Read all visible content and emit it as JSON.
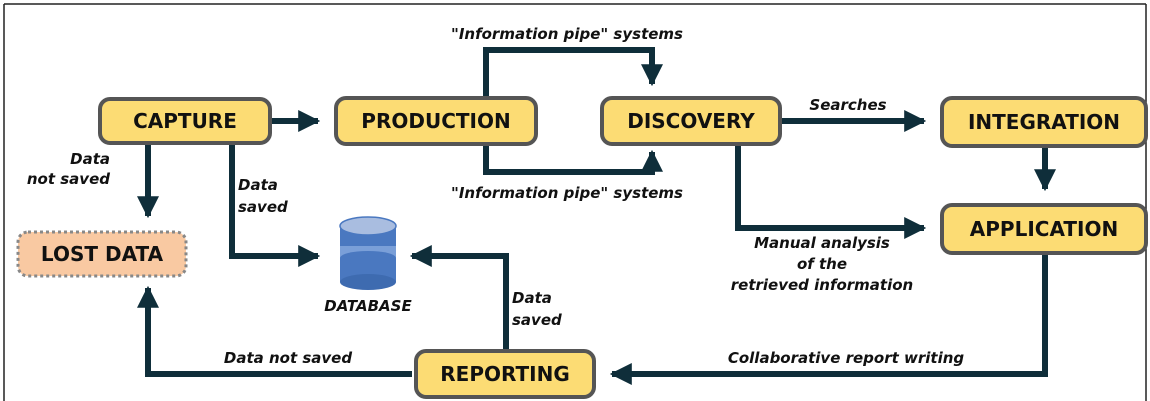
{
  "nodes": {
    "capture": "CAPTURE",
    "production": "PRODUCTION",
    "discovery": "DISCOVERY",
    "integration": "INTEGRATION",
    "application": "APPLICATION",
    "reporting": "REPORTING",
    "lost_data": "LOST DATA",
    "database": "DATABASE"
  },
  "edge_labels": {
    "info_pipe_top": "\"Information pipe\" systems",
    "info_pipe_bottom": "\"Information pipe\" systems",
    "searches": "Searches",
    "data_not_saved_capture": [
      "Data",
      "not saved"
    ],
    "data_saved_capture": [
      "Data",
      "saved"
    ],
    "manual_analysis": [
      "Manual analysis",
      "of the",
      "retrieved information"
    ],
    "data_saved_reporting": [
      "Data",
      "saved"
    ],
    "data_not_saved_reporting": "Data not saved",
    "collaborative_report": "Collaborative report writing"
  },
  "colors": {
    "node_fill": "#fcdc74",
    "node_stroke": "#555555",
    "lost_fill": "#f9c9a2",
    "lost_stroke": "#888888",
    "arrow": "#0f2e3a",
    "db_top": "#a9bde0",
    "db_body": "#4a78c0",
    "db_band": "#7a9fd8"
  }
}
